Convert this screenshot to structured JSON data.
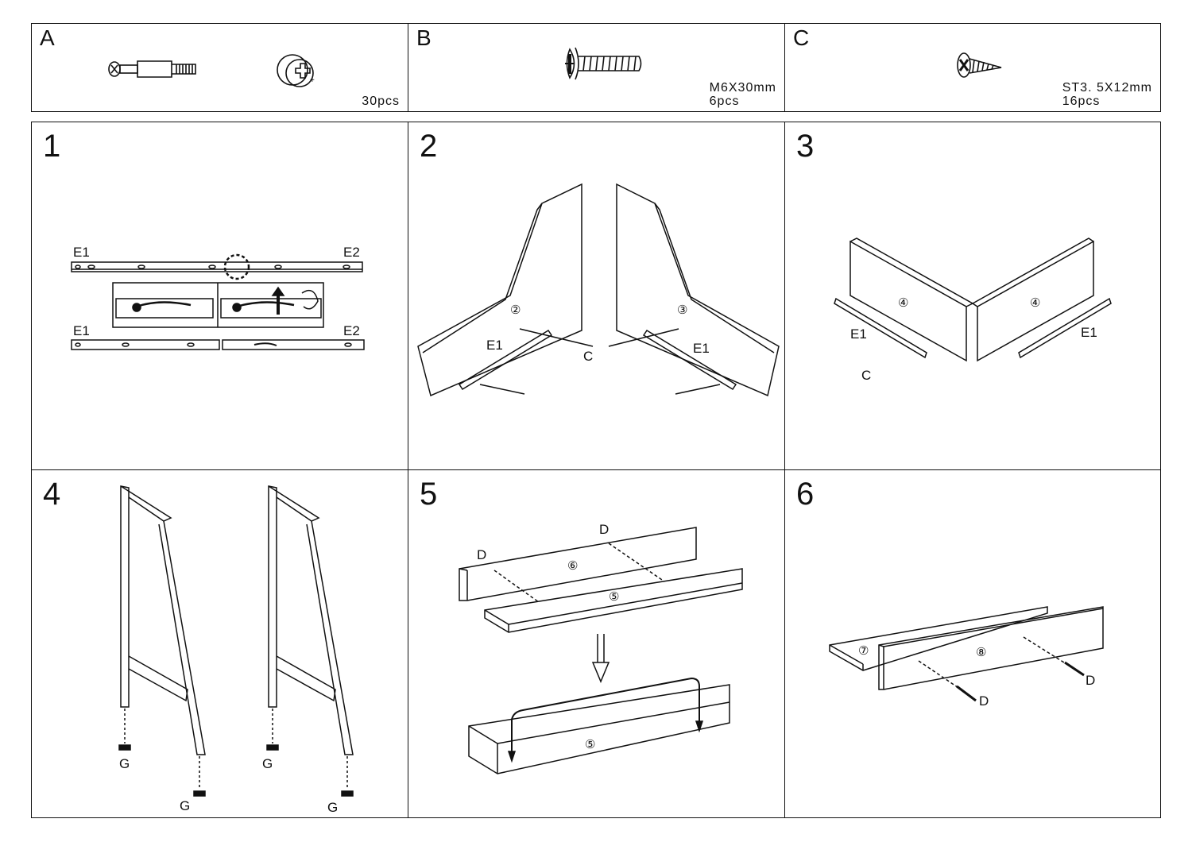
{
  "parts": [
    {
      "letter": "A",
      "line1": "",
      "line2": "30pcs"
    },
    {
      "letter": "B",
      "line1": "M6X30mm",
      "line2": "6pcs"
    },
    {
      "letter": "C",
      "line1": "ST3. 5X12mm",
      "line2": "16pcs"
    }
  ],
  "steps": [
    {
      "number": "1",
      "labels": {
        "e1_top": "E1",
        "e2_top": "E2",
        "e1_bottom": "E1",
        "e2_bottom": "E2"
      }
    },
    {
      "number": "2",
      "labels": {
        "panel_left": "②",
        "panel_right": "③",
        "e1_left": "E1",
        "e1_right": "E1",
        "c": "C"
      }
    },
    {
      "number": "3",
      "labels": {
        "panel": "④",
        "e1": "E1",
        "c": "C"
      }
    },
    {
      "number": "4",
      "labels": {
        "g": "G"
      }
    },
    {
      "number": "5",
      "labels": {
        "board_back": "⑥",
        "board_front": "⑤",
        "board_result": "⑤",
        "d": "D"
      }
    },
    {
      "number": "6",
      "labels": {
        "board_back": "⑦",
        "board_front": "⑧",
        "d": "D"
      }
    }
  ]
}
